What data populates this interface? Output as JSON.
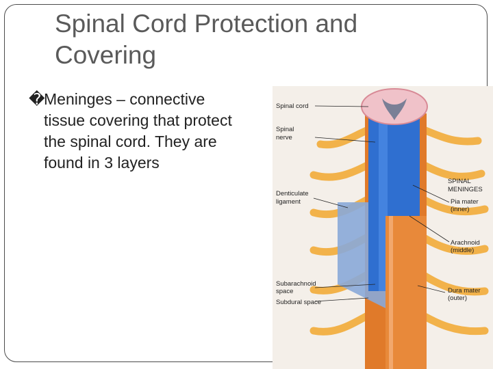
{
  "slide": {
    "title_line1": "Spinal Cord Protection and",
    "title_line2": "Covering",
    "bullet_marker": "�",
    "bullet_lines": [
      "Meninges – connective",
      "tissue covering that protect",
      "the spinal cord.  They are",
      "found in 3 layers"
    ]
  },
  "figure": {
    "labels": {
      "spinal_cord": "Spinal cord",
      "spinal_nerve_1": "Spinal",
      "spinal_nerve_2": "nerve",
      "denticulate_1": "Denticulate",
      "denticulate_2": "ligament",
      "meninges_1": "SPINAL",
      "meninges_2": "MENINGES",
      "pia_1": "Pia mater",
      "pia_2": "(inner)",
      "arachnoid_1": "Arachnoid",
      "arachnoid_2": "(middle)",
      "subarachnoid_1": "Subarachnoid",
      "subarachnoid_2": "space",
      "subdural": "Subdural space",
      "dura_1": "Dura mater",
      "dura_2": "(outer)"
    },
    "colors": {
      "cord_blue": "#2f6fd0",
      "dura_orange": "#e07a2a",
      "nerve_yellow": "#f2b24a",
      "background": "#f4efe9"
    }
  }
}
